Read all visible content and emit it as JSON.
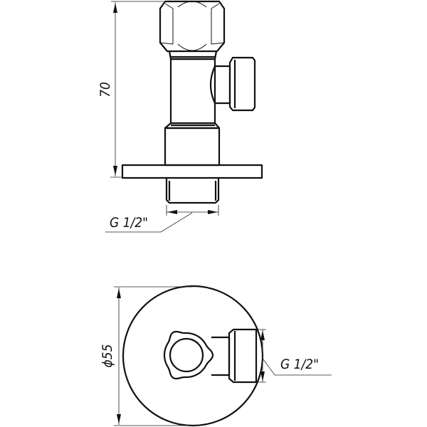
{
  "side_view": {
    "height_dimension": "70",
    "thread_label": "G 1/2\""
  },
  "top_view": {
    "diameter_dimension": "ϕ55",
    "thread_label": "G 1/2\""
  },
  "colors": {
    "line": "#111111",
    "background": "#ffffff"
  }
}
